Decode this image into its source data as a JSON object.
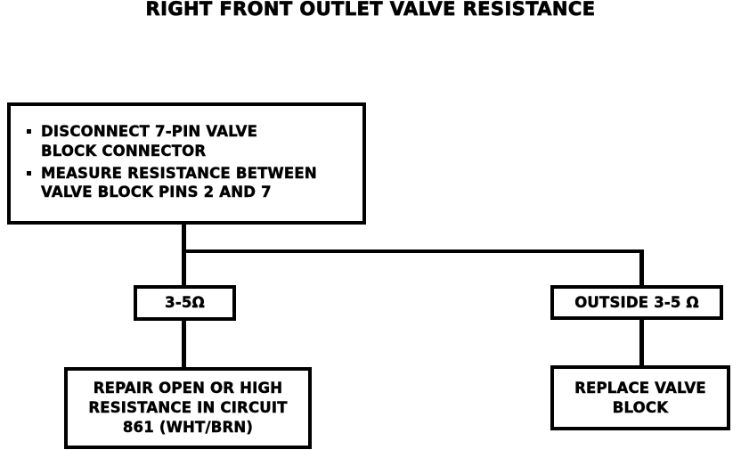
{
  "diagram": {
    "title": "RIGHT FRONT OUTLET VALVE RESISTANCE",
    "type": "troubleshooting-flowchart",
    "nodes": {
      "test_step": {
        "kind": "process",
        "bullets": [
          "DISCONNECT 7-PIN VALVE\nBLOCK CONNECTOR",
          "MEASURE RESISTANCE BETWEEN\nVALVE BLOCK PINS 2 AND 7"
        ]
      },
      "result_in_range": {
        "kind": "decision-branch",
        "label": "3-5Ω"
      },
      "result_out_of_range": {
        "kind": "decision-branch",
        "label": "OUTSIDE 3-5 Ω"
      },
      "action_repair_circuit": {
        "kind": "action",
        "label": "REPAIR OPEN OR HIGH\nRESISTANCE IN CIRCUIT\n861 (WHT/BRN)"
      },
      "action_replace_valve": {
        "kind": "action",
        "label": "REPLACE VALVE\nBLOCK"
      }
    },
    "colors": {
      "stroke": "#000000",
      "background": "#ffffff"
    }
  }
}
